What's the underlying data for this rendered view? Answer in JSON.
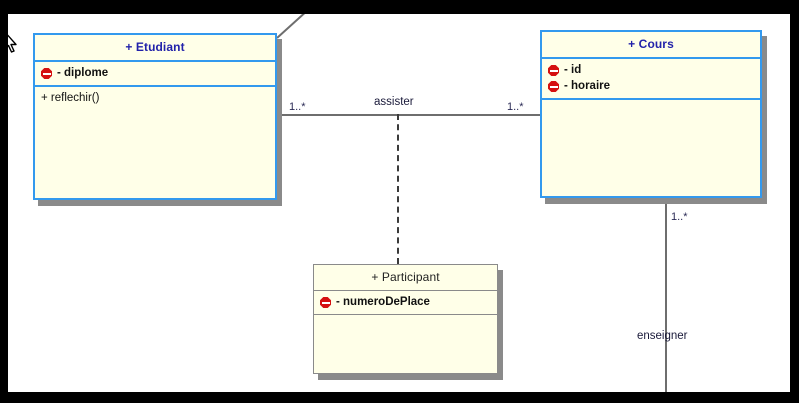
{
  "diagram": {
    "kind": "uml-class-diagram",
    "canvas_background": "#FFFFFF",
    "frame_color": "#000000",
    "selected_border_color": "#3399EE",
    "unselected_border_color": "#8A8A8A",
    "class_fill_color": "#FFFFE8",
    "shadow_color": "#8A8A8A",
    "title_color": "#2222AA",
    "connector_color": "#6E6E6E",
    "private_marker_color": "#D51010"
  },
  "classes": [
    {
      "id": "etudiant",
      "name": "+ Etudiant",
      "selected": true,
      "attributes": [
        {
          "visibility": "private",
          "label": "- diplome"
        }
      ],
      "operations": [
        {
          "visibility": "public",
          "label": "+ reflechir()"
        }
      ]
    },
    {
      "id": "cours",
      "name": "+ Cours",
      "selected": true,
      "attributes": [
        {
          "visibility": "private",
          "label": "- id"
        },
        {
          "visibility": "private",
          "label": "- horaire"
        }
      ],
      "operations": []
    },
    {
      "id": "participant",
      "name": "+ Participant",
      "selected": false,
      "attributes": [
        {
          "visibility": "private",
          "label": "- numeroDePlace"
        }
      ],
      "operations": []
    }
  ],
  "associations": [
    {
      "id": "assister",
      "label": "assister",
      "from": "etudiant",
      "to": "cours",
      "source_multiplicity": "1..*",
      "target_multiplicity": "1..*",
      "association_class": "participant"
    },
    {
      "id": "enseigner",
      "label": "enseigner",
      "from": "cours",
      "to": "",
      "source_multiplicity": "1..*",
      "target_multiplicity": ""
    }
  ],
  "cursor": {
    "name": "mouse-pointer"
  }
}
